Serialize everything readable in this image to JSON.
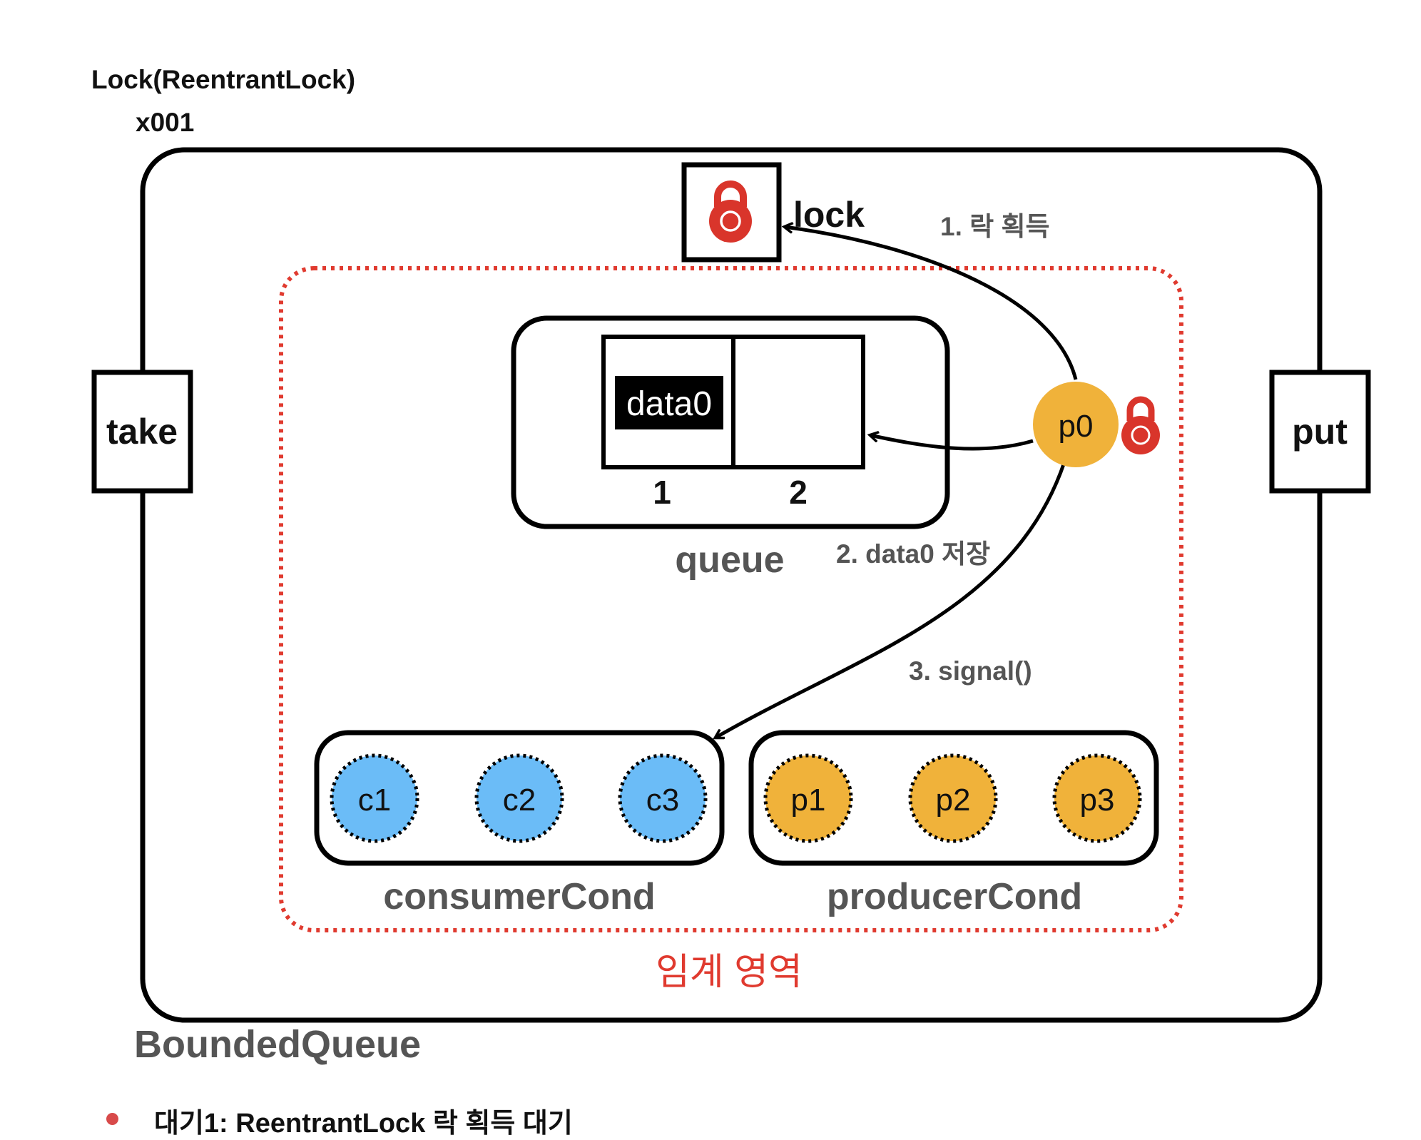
{
  "header": {
    "lock_class": "Lock(ReentrantLock)",
    "lock_ref": "x001"
  },
  "bounded_queue": {
    "name": "BoundedQueue",
    "take_label": "take",
    "put_label": "put",
    "lock_label": "lock"
  },
  "critical_section": {
    "label": "임계 영역",
    "color": "#e03a2f"
  },
  "queue": {
    "name": "queue",
    "slots": [
      {
        "index": "1",
        "value": "data0"
      },
      {
        "index": "2",
        "value": ""
      }
    ]
  },
  "conditions": {
    "consumer": {
      "name": "consumerCond",
      "threads": [
        "c1",
        "c2",
        "c3"
      ],
      "color": "#6bbcf7"
    },
    "producer": {
      "name": "producerCond",
      "threads": [
        "p1",
        "p2",
        "p3"
      ],
      "color": "#f0b23a"
    }
  },
  "active_thread": {
    "name": "p0",
    "color": "#f0b23a"
  },
  "steps": {
    "step1": "1. 락 획득",
    "step2": "2. data0 저장",
    "step3": "3. signal()"
  },
  "notes": [
    "대기1: ReentrantLock 락 획득 대기"
  ]
}
